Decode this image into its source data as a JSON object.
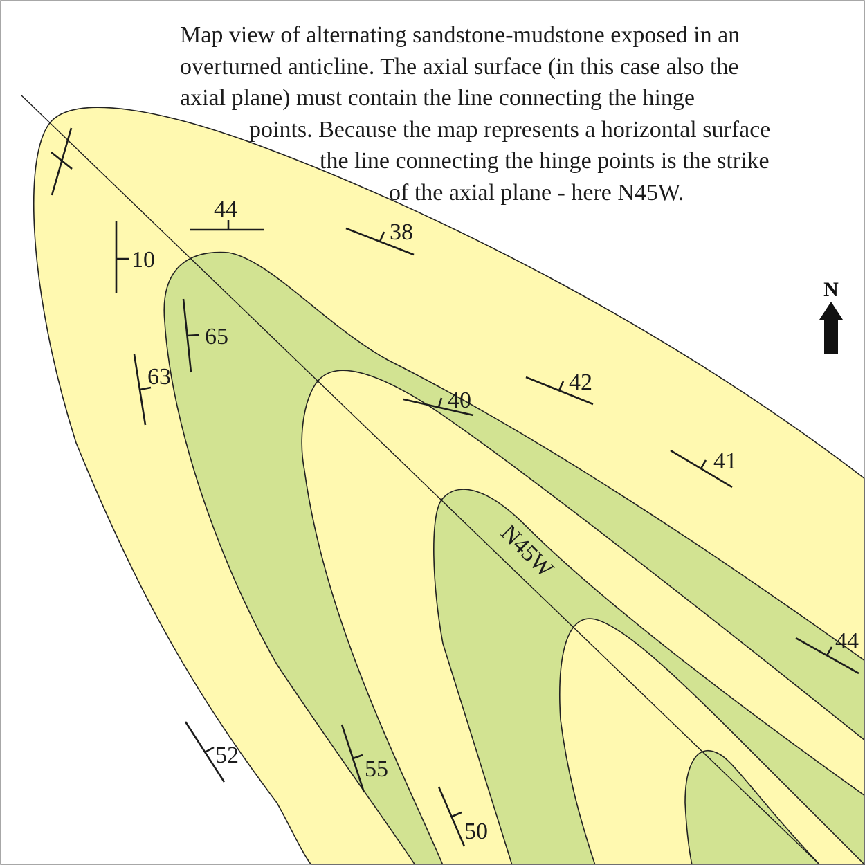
{
  "caption": {
    "lines": [
      "Map view of alternating sandstone-mudstone exposed in an",
      "overturned anticline. The axial surface (in this case also the",
      "axial plane) must contain the line connecting the hinge",
      "points. Because the map represents a horizontal surface",
      "the line connecting the hinge points is the strike",
      "of the axial plane - here N45W."
    ]
  },
  "north_arrow": {
    "label": "N"
  },
  "axial_trace": {
    "label": "N45W"
  },
  "colors": {
    "sandstone": "#fff9b0",
    "mudstone": "#d2e392",
    "linework": "#1c1c1c"
  },
  "dip_labels": {
    "d44_top": "44",
    "d10": "10",
    "d38": "38",
    "d65": "65",
    "d63": "63",
    "d40": "40",
    "d42": "42",
    "d41": "41",
    "d44_right": "44",
    "d52": "52",
    "d55": "55",
    "d50": "50"
  }
}
